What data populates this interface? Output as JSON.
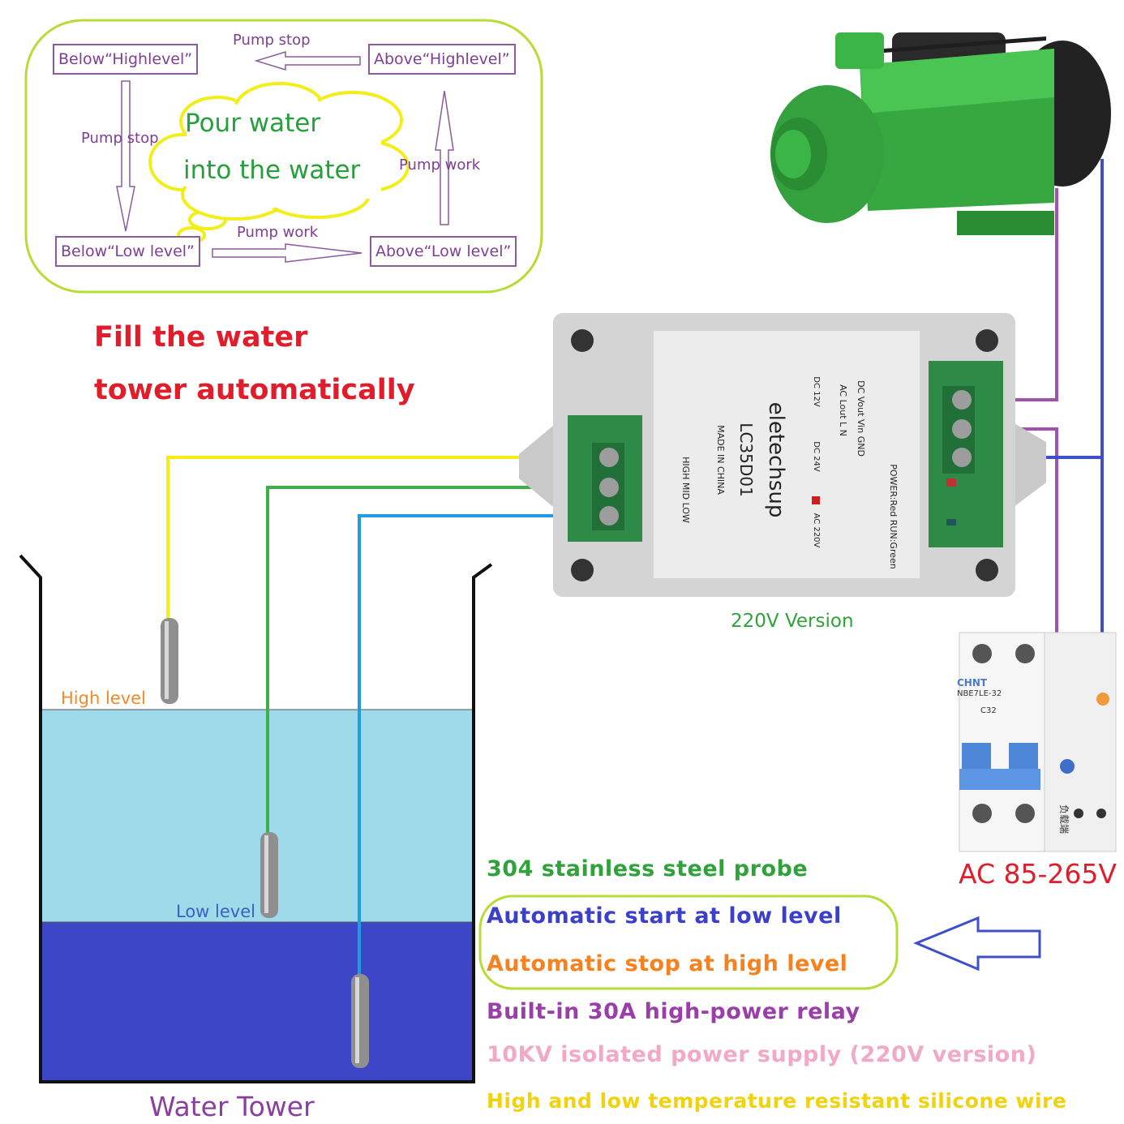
{
  "flowchart": {
    "box_below_high": "Below“Highlevel”",
    "box_above_high": "Above“Highlevel”",
    "box_below_low": "Below“Low level”",
    "box_above_low": "Above“Low level”",
    "edge_top": "Pump stop",
    "edge_left": "Pump stop",
    "edge_right": "Pump work",
    "edge_bottom": "Pump work",
    "cloud_line1": "Pour water",
    "cloud_line2": "into the water"
  },
  "headline": {
    "line1": "Fill the water",
    "line2": "tower automatically"
  },
  "controller": {
    "brand": "eletechsup",
    "model": "LC35D01",
    "origin": "MADE IN CHINA",
    "probe_terminals": "HIGH MID LOW",
    "output_label": "DC Vout Vin GND",
    "ac_label": "AC Lout L N",
    "leds": "POWER:Red RUN:Green",
    "option_dc12": "DC 12V",
    "option_dc24": "DC 24V",
    "option_ac220": "AC 220V",
    "version": "220V Version"
  },
  "breaker": {
    "brand": "CHNT",
    "model": "NBE7LE-32",
    "rating": "C32",
    "side_text": "负载端",
    "supply": "AC 85-265V"
  },
  "tank": {
    "high_level": "High level",
    "low_level": "Low level",
    "caption": "Water Tower"
  },
  "features": [
    "304 stainless steel probe",
    "Automatic start at low level",
    "Automatic stop at high level",
    "Built-in 30A high-power relay",
    "10KV isolated power supply (220V version)",
    "High and low temperature resistant silicone wire"
  ],
  "colors": {
    "flow_purple": "#7e3f94",
    "frame_lime": "#b5dd36",
    "cloud_yellow": "#f2ee1a",
    "cloud_text_green": "#26a03c",
    "headline_red": "#e21d2b",
    "wire_yellow": "#f3ee10",
    "wire_green": "#3db04a",
    "wire_blue": "#1e9de0",
    "wire_purple": "#a052ae",
    "wire_navy": "#3f4fc8",
    "water_light": "#9fdaea",
    "water_dark": "#3c46c7",
    "feature_green": "#2fa33a",
    "feature_blue": "#3b3fc9",
    "feature_orange": "#f5821f",
    "feature_purple": "#9a3fa9",
    "feature_pink": "#f2a9c6",
    "feature_yellow": "#f1d20e",
    "supply_red": "#e21d2b",
    "level_orange": "#f08a2c",
    "level_blue": "#3b60c4",
    "caption_purple": "#8a3fa0"
  }
}
